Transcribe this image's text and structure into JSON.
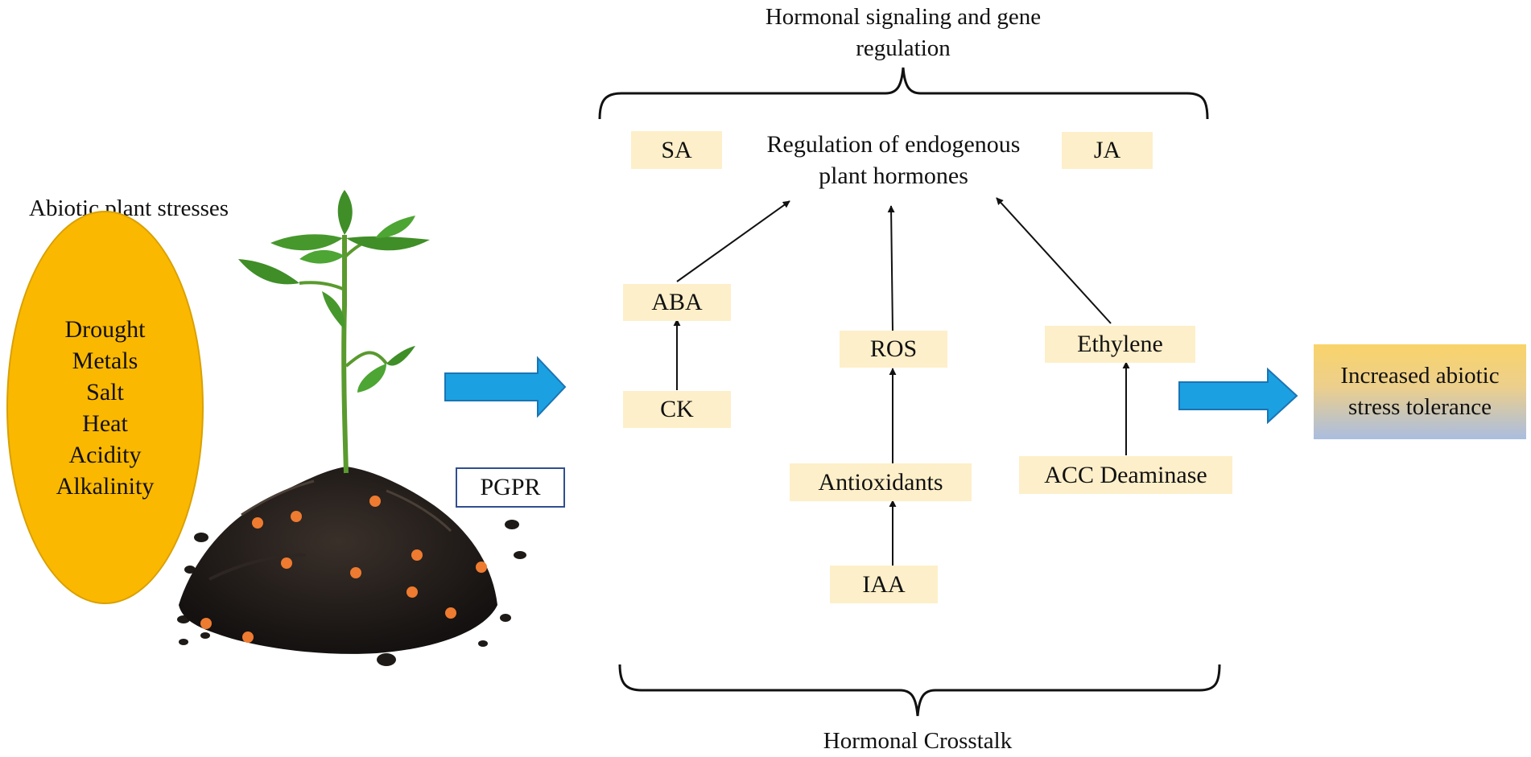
{
  "top_bracket_label": [
    "Hormonal signaling and gene",
    "regulation"
  ],
  "bottom_bracket_label": "Hormonal Crosstalk",
  "stress_title": "Abiotic plant stresses",
  "stresses": [
    "Drought",
    "Metals",
    "Salt",
    "Heat",
    "Acidity",
    "Alkalinity"
  ],
  "pgpr_label": "PGPR",
  "central_node": [
    "Regulation of endogenous",
    "plant hormones"
  ],
  "hormones": {
    "sa": "SA",
    "ja": "JA",
    "aba": "ABA",
    "ck": "CK",
    "ros": "ROS",
    "antioxidants": "Antioxidants",
    "iaa": "IAA",
    "ethylene": "Ethylene",
    "acc": "ACC Deaminase"
  },
  "outcome": [
    "Increased abiotic",
    "stress tolerance"
  ],
  "colors": {
    "stress_oval": "#fbb800",
    "node_fill": "#fdefc9",
    "flow_arrow": "#1ba1e2",
    "pgpr_border": "#2f4f8f",
    "bacteria_dots": "#ee7b30",
    "soil": "#1e1a17",
    "leaf": "#3f8e27"
  },
  "icons": [
    "seedling-in-soil-illustration",
    "bacteria-dot",
    "flow-arrow-right",
    "curly-bracket"
  ]
}
